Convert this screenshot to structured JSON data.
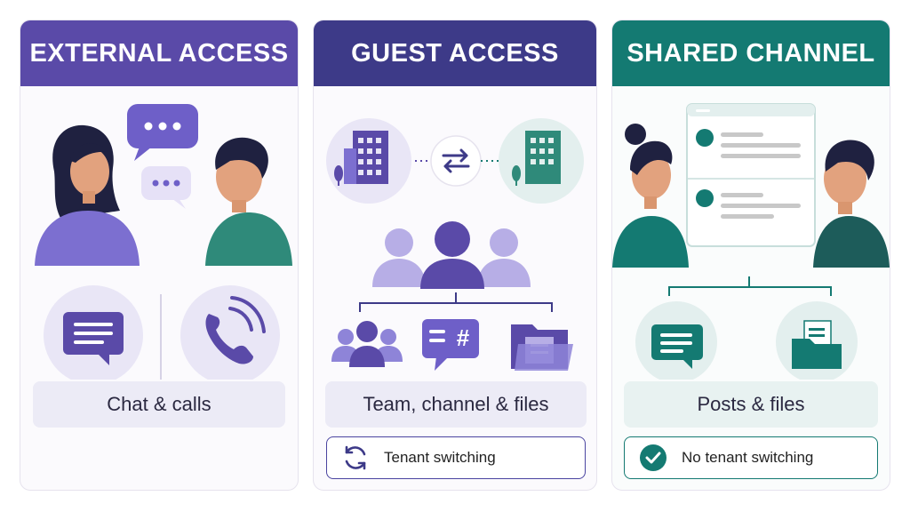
{
  "panels": [
    {
      "title": "EXTERNAL ACCESS",
      "label": "Chat & calls"
    },
    {
      "title": "GUEST ACCESS",
      "label": "Team, channel & files",
      "note": "Tenant switching"
    },
    {
      "title": "SHARED CHANNEL",
      "label": "Posts & files",
      "note": "No tenant switching"
    }
  ],
  "colors": {
    "external": "#5a4aa8",
    "guest": "#3d3a88",
    "shared": "#147a72",
    "purple_light": "#e9e6f6",
    "teal_light": "#e3efee"
  },
  "icons": [
    "chat-bubble-icon",
    "phone-icon",
    "building-icon",
    "swap-arrows-icon",
    "people-icon",
    "channel-hash-icon",
    "folder-icon",
    "refresh-icon",
    "check-circle-icon"
  ]
}
